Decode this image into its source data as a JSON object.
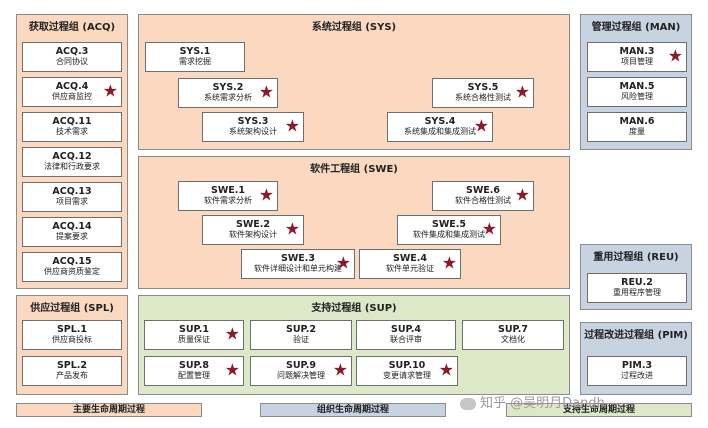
{
  "groups": {
    "acq": {
      "title": "获取过程组 (ACQ)",
      "items": [
        {
          "code": "ACQ.3",
          "name": "合同协议",
          "star": false
        },
        {
          "code": "ACQ.4",
          "name": "供应商监控",
          "star": true
        },
        {
          "code": "ACQ.11",
          "name": "技术需求",
          "star": false
        },
        {
          "code": "ACQ.12",
          "name": "法律和行政要求",
          "star": false
        },
        {
          "code": "ACQ.13",
          "name": "项目需求",
          "star": false
        },
        {
          "code": "ACQ.14",
          "name": "提案要求",
          "star": false
        },
        {
          "code": "ACQ.15",
          "name": "供应商资质鉴定",
          "star": false
        }
      ]
    },
    "sys": {
      "title": "系统过程组 (SYS)",
      "items": [
        {
          "code": "SYS.1",
          "name": "需求挖掘",
          "star": false
        },
        {
          "code": "SYS.2",
          "name": "系统需求分析",
          "star": true
        },
        {
          "code": "SYS.3",
          "name": "系统架构设计",
          "star": true
        },
        {
          "code": "SYS.5",
          "name": "系统合格性测试",
          "star": true
        },
        {
          "code": "SYS.4",
          "name": "系统集成和集成测试",
          "star": true
        }
      ]
    },
    "man": {
      "title": "管理过程组 (MAN)",
      "items": [
        {
          "code": "MAN.3",
          "name": "项目管理",
          "star": true
        },
        {
          "code": "MAN.5",
          "name": "风险管理",
          "star": false
        },
        {
          "code": "MAN.6",
          "name": "度量",
          "star": false
        }
      ]
    },
    "swe": {
      "title": "软件工程组 (SWE)",
      "items": [
        {
          "code": "SWE.1",
          "name": "软件需求分析",
          "star": true
        },
        {
          "code": "SWE.2",
          "name": "软件架构设计",
          "star": true
        },
        {
          "code": "SWE.3",
          "name": "软件详细设计和单元构建",
          "star": true
        },
        {
          "code": "SWE.4",
          "name": "软件单元验证",
          "star": true
        },
        {
          "code": "SWE.5",
          "name": "软件集成和集成测试",
          "star": true
        },
        {
          "code": "SWE.6",
          "name": "软件合格性测试",
          "star": true
        }
      ]
    },
    "reu": {
      "title": "重用过程组 (REU)",
      "items": [
        {
          "code": "REU.2",
          "name": "重用程序管理",
          "star": false
        }
      ]
    },
    "spl": {
      "title": "供应过程组 (SPL)",
      "items": [
        {
          "code": "SPL.1",
          "name": "供应商投标",
          "star": false
        },
        {
          "code": "SPL.2",
          "name": "产品发布",
          "star": false
        }
      ]
    },
    "sup": {
      "title": "支持过程组 (SUP)",
      "items": [
        {
          "code": "SUP.1",
          "name": "质量保证",
          "star": true
        },
        {
          "code": "SUP.2",
          "name": "验证",
          "star": false
        },
        {
          "code": "SUP.4",
          "name": "联合评审",
          "star": false
        },
        {
          "code": "SUP.7",
          "name": "文档化",
          "star": false
        },
        {
          "code": "SUP.8",
          "name": "配置管理",
          "star": true
        },
        {
          "code": "SUP.9",
          "name": "问题解决管理",
          "star": true
        },
        {
          "code": "SUP.10",
          "name": "变更请求管理",
          "star": true
        }
      ]
    },
    "pim": {
      "title": "过程改进过程组 (PIM)",
      "items": [
        {
          "code": "PIM.3",
          "name": "过程改进",
          "star": false
        }
      ]
    }
  },
  "legend": {
    "primary": "主要生命周期过程",
    "organizational": "组织生命周期过程",
    "support": "支持生命周期过程"
  },
  "watermark": "知乎 @吴明月Dandh",
  "colors": {
    "primary": "#fbd9c0",
    "organizational": "#c8d3e2",
    "support": "#dde8c8",
    "star": "#8b1a2c"
  }
}
